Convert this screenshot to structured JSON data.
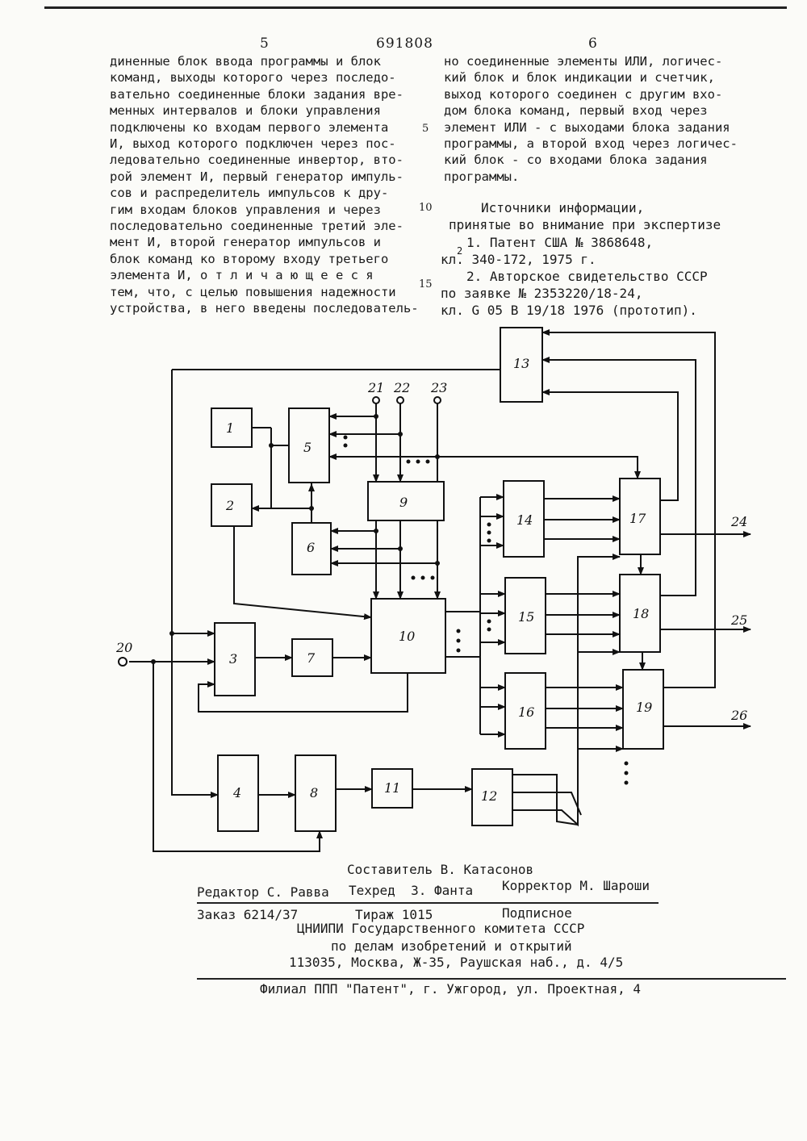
{
  "header": {
    "page_left": "5",
    "patent_number": "691808",
    "page_right": "6"
  },
  "left_column": [
    "диненные блок ввода программы и блок",
    "команд, выходы которого через последо-",
    "вательно соединенные блоки задания вре-",
    "менных интервалов и блоки управления",
    "подключены ко входам первого элемента",
    "И, выход которого подключен через пос-",
    "ледовательно соединенные инвертор, вто-",
    "рой элемент И, первый генератор импуль-",
    "сов и распределитель импульсов к дру-",
    "гим входам блоков управления и через",
    "последовательно соединенные третий эле-",
    "мент И, второй генератор импульсов и",
    "блок команд ко второму входу третьего",
    "элемента И, о т л и ч а ю щ е е с я",
    "тем, что, с целью повышения надежности",
    "устройства, в него введены последователь-"
  ],
  "right_column": [
    "но соединенные элементы ИЛИ, логичес-",
    "кий блок и блок индикации и счетчик,",
    "выход которого соединен с другим вхо-",
    "дом блока команд, первый вход через",
    "элемент ИЛИ - с выходами блока задания",
    "программы, а второй вход через логичес-",
    "кий блок - со входами блока задания",
    "программы."
  ],
  "line_numbers": [
    "5",
    "10",
    "15"
  ],
  "sources": {
    "heading1": "Источники информации,",
    "heading2": "принятые во внимание при экспертизе",
    "ref1_line1": "1. Патент США № 3868648,",
    "ref1_line2": "кл. 340-172, 1975 г.",
    "ref1_sup": "2",
    "ref2_line1": "2. Авторское свидетельство СССР",
    "ref2_line2": "по заявке № 2353220/18-24,",
    "ref2_line3": "кл. G 05 B 19/18 1976 (прототип)."
  },
  "diagram": {
    "blocks": [
      "1",
      "2",
      "3",
      "4",
      "5",
      "6",
      "7",
      "8",
      "9",
      "10",
      "11",
      "12",
      "13",
      "14",
      "15",
      "16",
      "17",
      "18",
      "19"
    ],
    "terminals": [
      "20",
      "21",
      "22",
      "23",
      "24",
      "25",
      "26"
    ]
  },
  "imprint": {
    "compiler": "Составитель В. Катасонов",
    "editor": "Редактор С. Равва",
    "techred": "Техред  З. Фанта",
    "corrector": "Корректор М. Шароши",
    "order": "Заказ 6214/37",
    "print_run": "Тираж 1015",
    "subscription": "Подписное",
    "org1": "ЦНИИПИ Государственного комитета СССР",
    "org2": "по делам изобретений и открытий",
    "address": "113035, Москва, Ж-35, Раушская наб., д. 4/5",
    "branch": "Филиал ППП \"Патент\", г. Ужгород, ул. Проектная, 4"
  }
}
